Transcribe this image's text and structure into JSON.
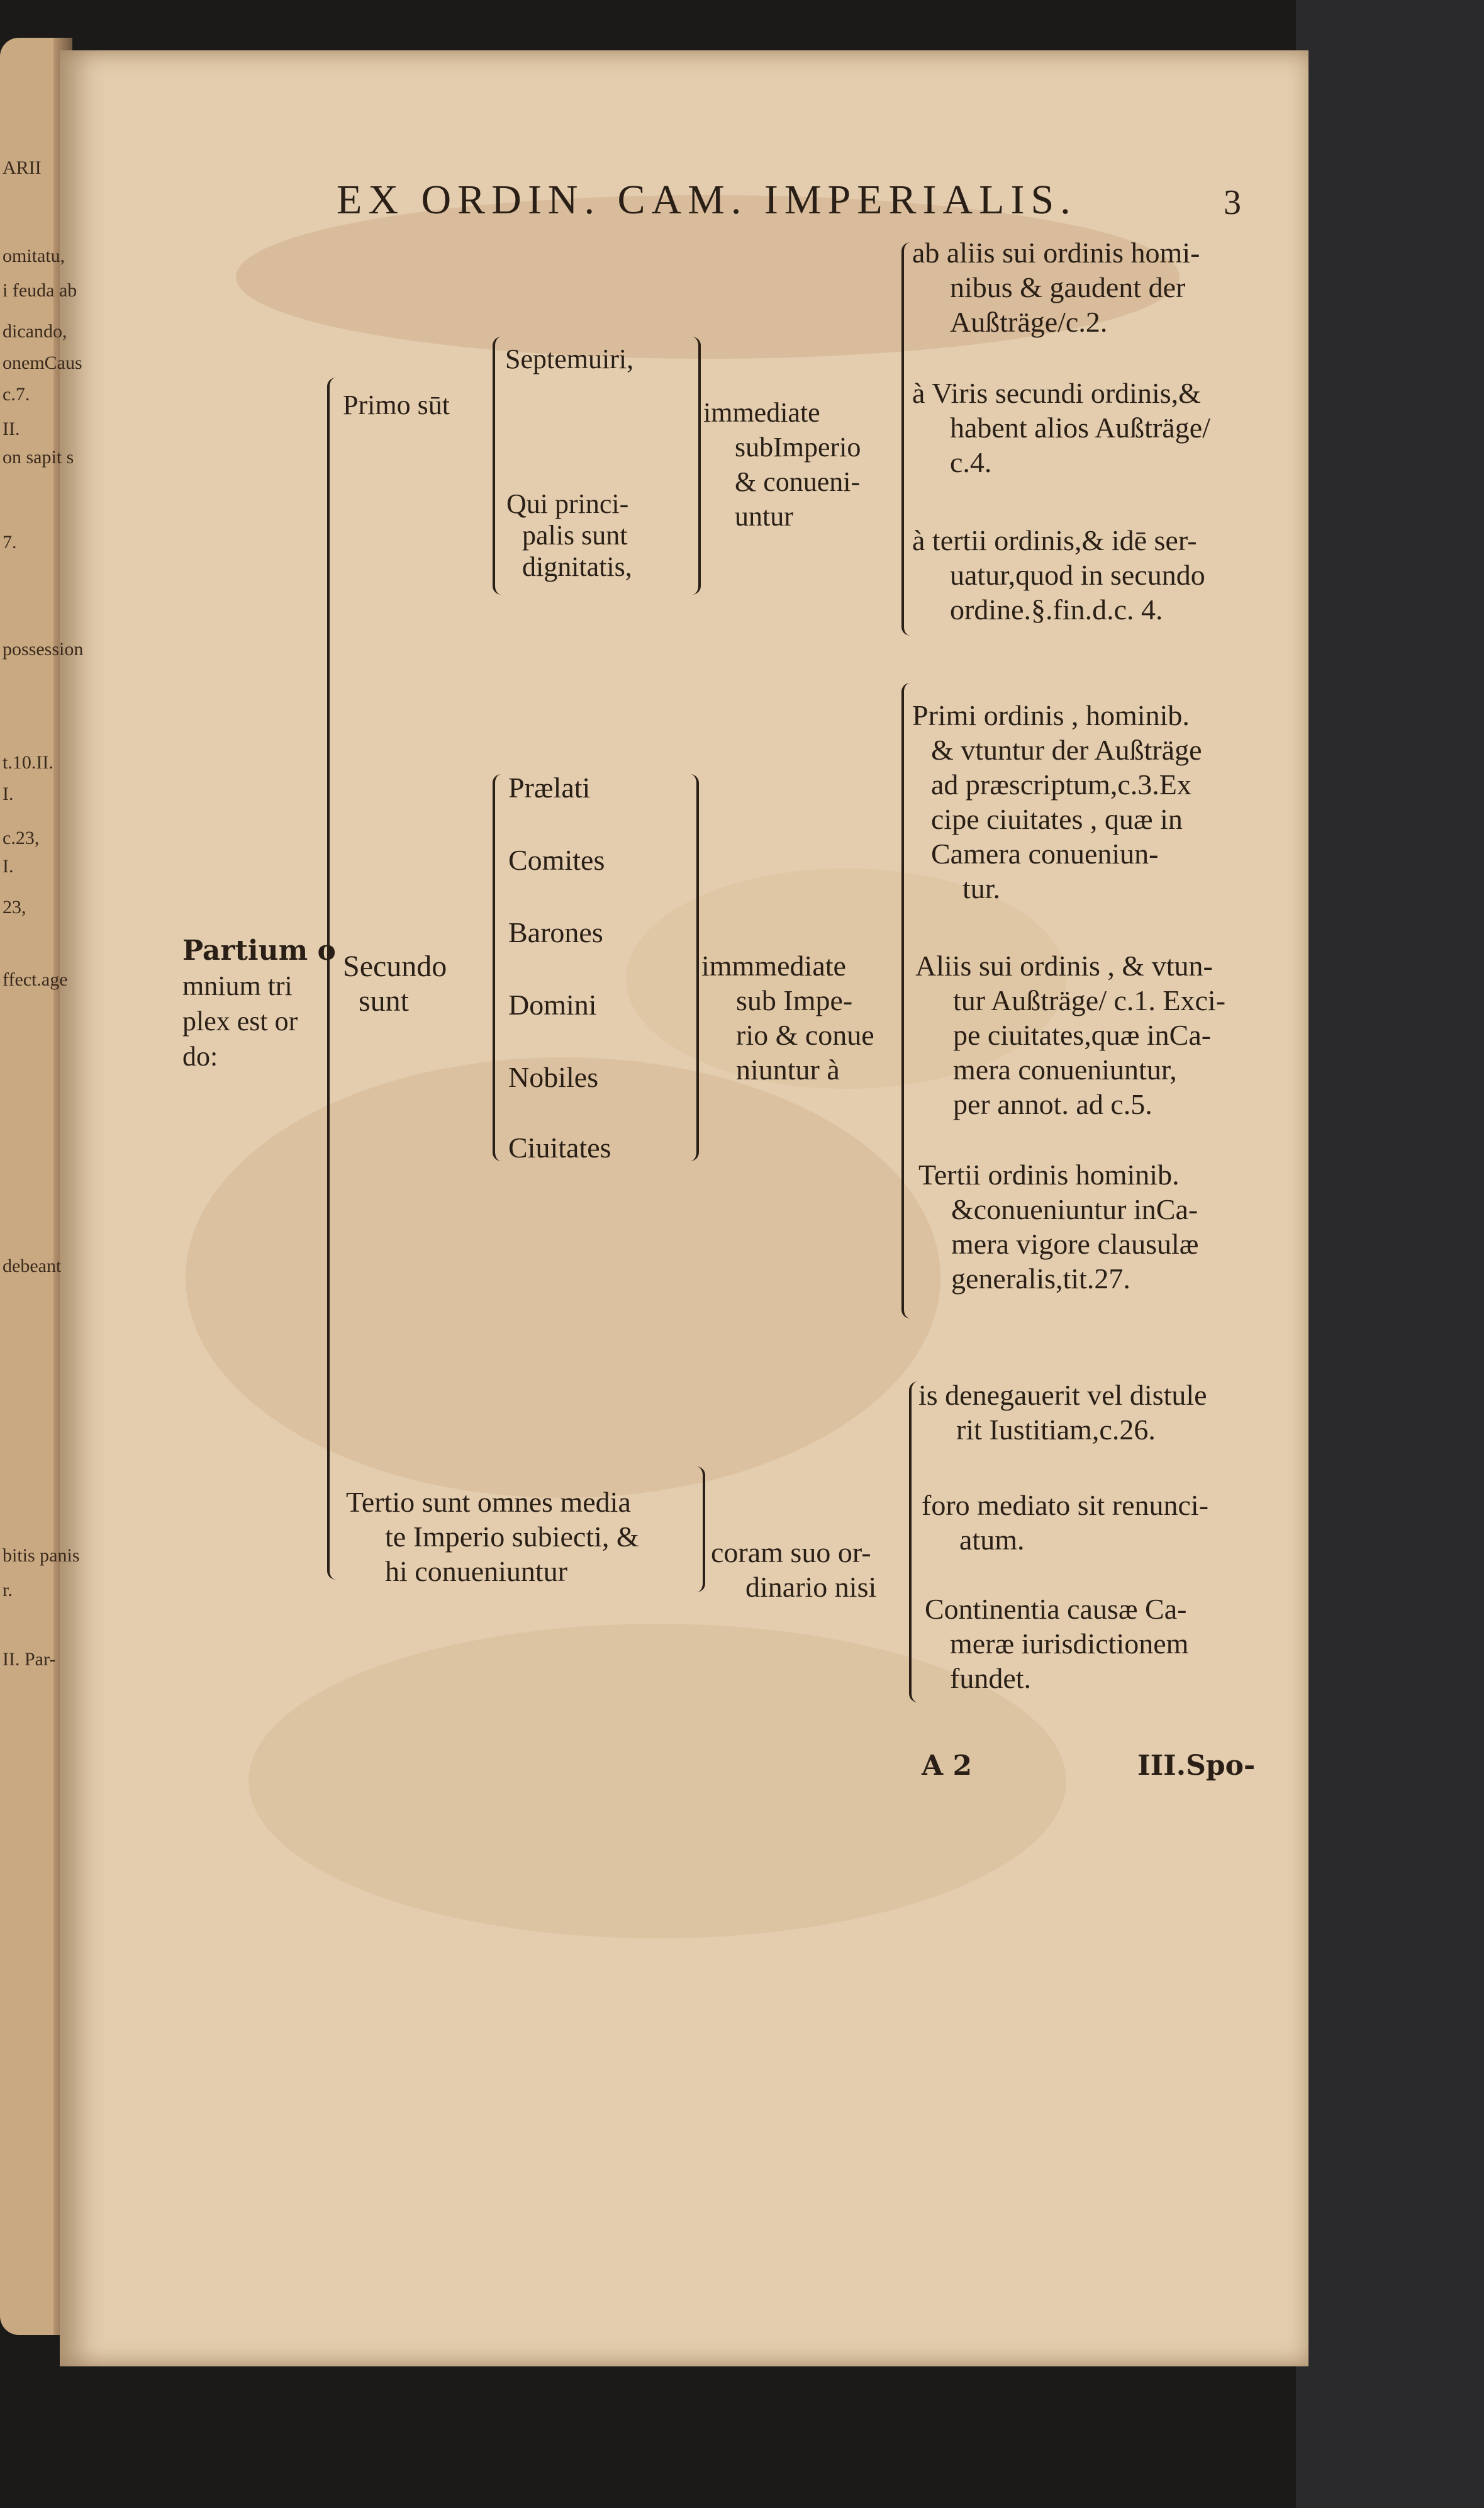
{
  "header": {
    "title": "EX ORDIN. CAM. IMPERIALIS.",
    "page_number": "3"
  },
  "left_margin": [
    "ARII",
    "omitatu,",
    "i feuda ab",
    "dicando,",
    "onemCaus",
    "c.7.",
    "II.",
    "on sapit s",
    "7.",
    "possession",
    "t.10.II.",
    "I.",
    "c.23,",
    "I.",
    "23,",
    "ffect.age",
    "debeant",
    "bitis panis",
    "r.",
    "II. Par-"
  ],
  "root": [
    "Partium o",
    "mnium tri",
    "plex est or",
    "do:"
  ],
  "primo": {
    "label": "Primo sūt",
    "items": [
      "Septemuiri,",
      "Qui princi-",
      "palis sunt",
      "dignitatis,"
    ],
    "mid": [
      "immediate",
      "subImperio",
      "& conueni-",
      "untur"
    ]
  },
  "primo_right": [
    [
      "ab aliis sui ordinis homi-",
      "nibus & gaudent der",
      "Außträge/c.2."
    ],
    [
      "à Viris secundi ordinis,&",
      "habent alios Außträge/",
      "c.4."
    ],
    [
      "à tertii ordinis,& idē ser-",
      "uatur,quod in secundo",
      "ordine.§.fin.d.c. 4."
    ]
  ],
  "secundo": {
    "label": [
      "Secundo",
      "sunt"
    ],
    "items": [
      "Prælati",
      "Comites",
      "Barones",
      "Domini",
      "Nobiles",
      "Ciuitates"
    ],
    "mid": [
      "immmediate",
      "sub Impe-",
      "rio & conue",
      "niuntur à"
    ]
  },
  "secundo_right": [
    [
      "Primi ordinis , hominib.",
      "& vtuntur der Außträge",
      "ad præscriptum,c.3.Ex",
      "cipe ciuitates , quæ in",
      "Camera conueniun-",
      "tur."
    ],
    [
      "Aliis sui ordinis , & vtun-",
      "tur Außträge/ c.1. Exci-",
      "pe ciuitates,quæ inCa-",
      "mera conueniuntur,",
      "per annot. ad c.5."
    ],
    [
      "Tertii ordinis hominib.",
      "&conueniuntur inCa-",
      "mera vigore clausulæ",
      "generalis,tit.27."
    ]
  ],
  "tertio": {
    "text": [
      "Tertio sunt omnes media",
      "te Imperio subiecti, &",
      "hi conueniuntur"
    ],
    "mid": [
      "coram suo or-",
      "dinario nisi"
    ]
  },
  "tertio_right": [
    [
      "is denegauerit vel distule",
      "rit Iustitiam,c.26."
    ],
    [
      "foro mediato sit renunci-",
      "atum."
    ],
    [
      "Continentia causæ Ca-",
      "meræ iurisdictionem",
      "fundet."
    ]
  ],
  "footer": {
    "signature": "A 2",
    "catchword": "III.Spo-"
  }
}
